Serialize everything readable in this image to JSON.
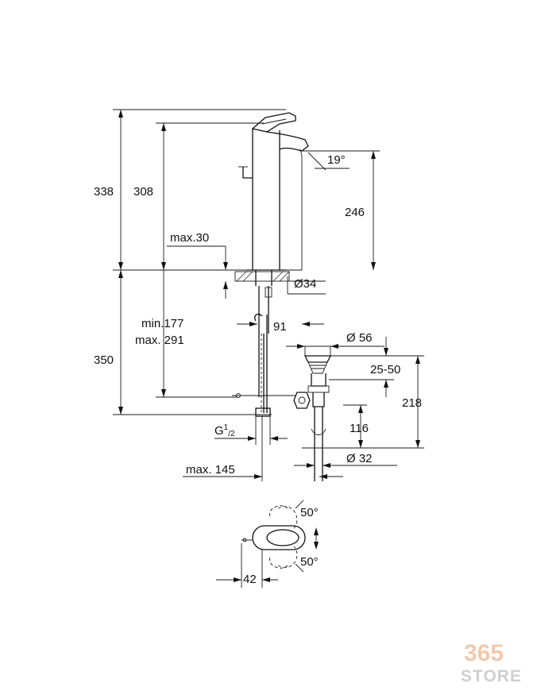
{
  "dimensions": {
    "total_height_above": "338",
    "spout_height": "308",
    "outlet_height": "246",
    "spout_angle": "19°",
    "max_deck": "max.30",
    "hole_diameter": "Ø34",
    "min_hose": "min.177",
    "max_hose": "max. 291",
    "below_height": "350",
    "reach": "91",
    "waste_diameter": "Ø 56",
    "waste_range": "25-50",
    "waste_height": "218",
    "connection_prefix": "G",
    "connection_sup": "1",
    "connection_sub": "/2",
    "trap_height": "116",
    "tail_diameter": "Ø 32",
    "max_offset": "max. 145",
    "lever_angle_top": "50°",
    "lever_angle_bottom": "50°",
    "lever_width": "42"
  },
  "watermark": {
    "number": "365",
    "word": "STORE"
  }
}
